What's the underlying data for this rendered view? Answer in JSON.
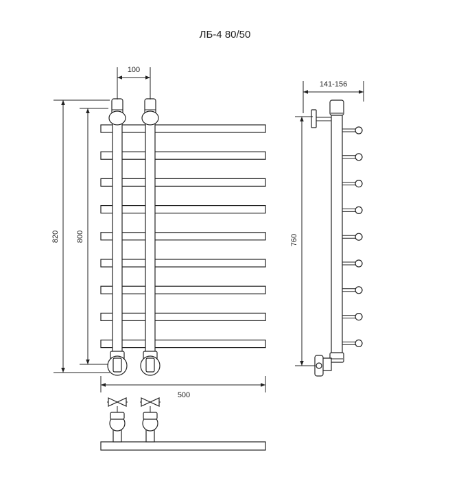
{
  "title": "ЛБ-4 80/50",
  "dimensions": {
    "pipe_spacing": "100",
    "side_depth": "141-156",
    "total_height": "820",
    "bar_height": "800",
    "side_height": "760",
    "width": "500"
  },
  "bar_count": 9,
  "side_bar_count": 9
}
